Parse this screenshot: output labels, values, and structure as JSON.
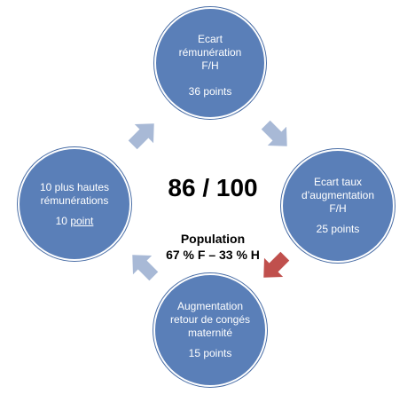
{
  "center": {
    "score": "86 / 100",
    "population_label": "Population",
    "population_value": "67 % F – 33 % H"
  },
  "nodes": {
    "top": {
      "title": "Ecart\nrémunération\nF/H",
      "points": "36 points"
    },
    "right": {
      "title": "Ecart taux\nd’augmentation\nF/H",
      "points": "25 points"
    },
    "bottom": {
      "title": "Augmentation\nretour de congés\nmaternité",
      "points": "15 points"
    },
    "left": {
      "title": "10 plus hautes\nrémunérations",
      "points_value": "10",
      "points_unit": "point"
    }
  },
  "colors": {
    "circle_fill": "#5a7fb8",
    "arrow_normal": "#a8b9d6",
    "arrow_highlight": "#c0504d"
  }
}
